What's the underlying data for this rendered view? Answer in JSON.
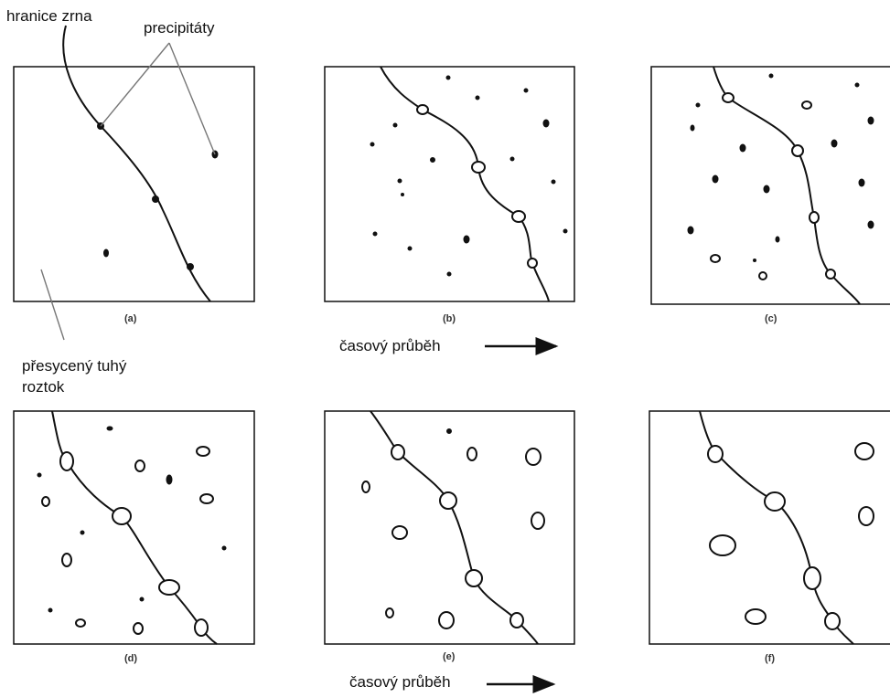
{
  "labels": {
    "grain_boundary": "hranice zrna",
    "precipitates": "precipitáty",
    "supersaturated_line1": "přesycený tuhý",
    "supersaturated_line2": "roztok",
    "time_course_top": "časový průběh",
    "time_course_bottom": "časový průběh"
  },
  "panels": [
    {
      "id": "a",
      "caption": "(a)"
    },
    {
      "id": "b",
      "caption": "(b)"
    },
    {
      "id": "c",
      "caption": "(c)"
    },
    {
      "id": "d",
      "caption": "(d)"
    },
    {
      "id": "e",
      "caption": "(e)"
    },
    {
      "id": "f",
      "caption": "(f)"
    }
  ]
}
